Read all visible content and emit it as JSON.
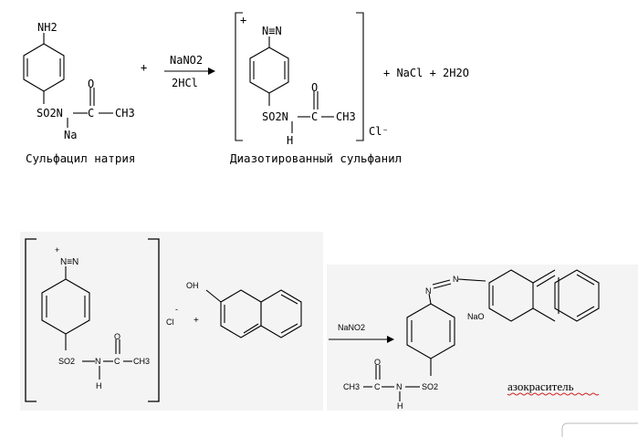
{
  "reaction1": {
    "reactant": {
      "nh2": "NH2",
      "so2n": "SO2N",
      "na": "Na",
      "c": "C",
      "o": "O",
      "ch3": "CH3",
      "name": "Сульфацил натрия"
    },
    "plus": "+",
    "reagent_top": "NaNO2",
    "reagent_bottom": "2HCl",
    "product": {
      "charge": "+",
      "diazo": "N≡N",
      "so2n": "SO2N",
      "h": "H",
      "c": "C",
      "o": "O",
      "ch3": "CH3",
      "counterion": "Cl⁻",
      "name": "Диазотированный сульфанил"
    },
    "byproducts": "+ NaCl +  2H2O"
  },
  "reaction2": {
    "diazonium": {
      "charge": "+",
      "diazo": "N≡N",
      "so2": "SO2",
      "n": "N",
      "h": "H",
      "c": "C",
      "o": "O",
      "ch3": "CH3"
    },
    "counterion": "Cl",
    "minus": "-",
    "plus": "+",
    "naphthol_oh": "OH",
    "reagent": "NaNO2",
    "product": {
      "azo_n1": "N",
      "azo_n2": "N",
      "nao": "NaO",
      "ch3": "CH3",
      "c": "C",
      "o": "O",
      "n": "N",
      "h": "H",
      "so2": "SO2",
      "name": "азокраситель"
    }
  }
}
